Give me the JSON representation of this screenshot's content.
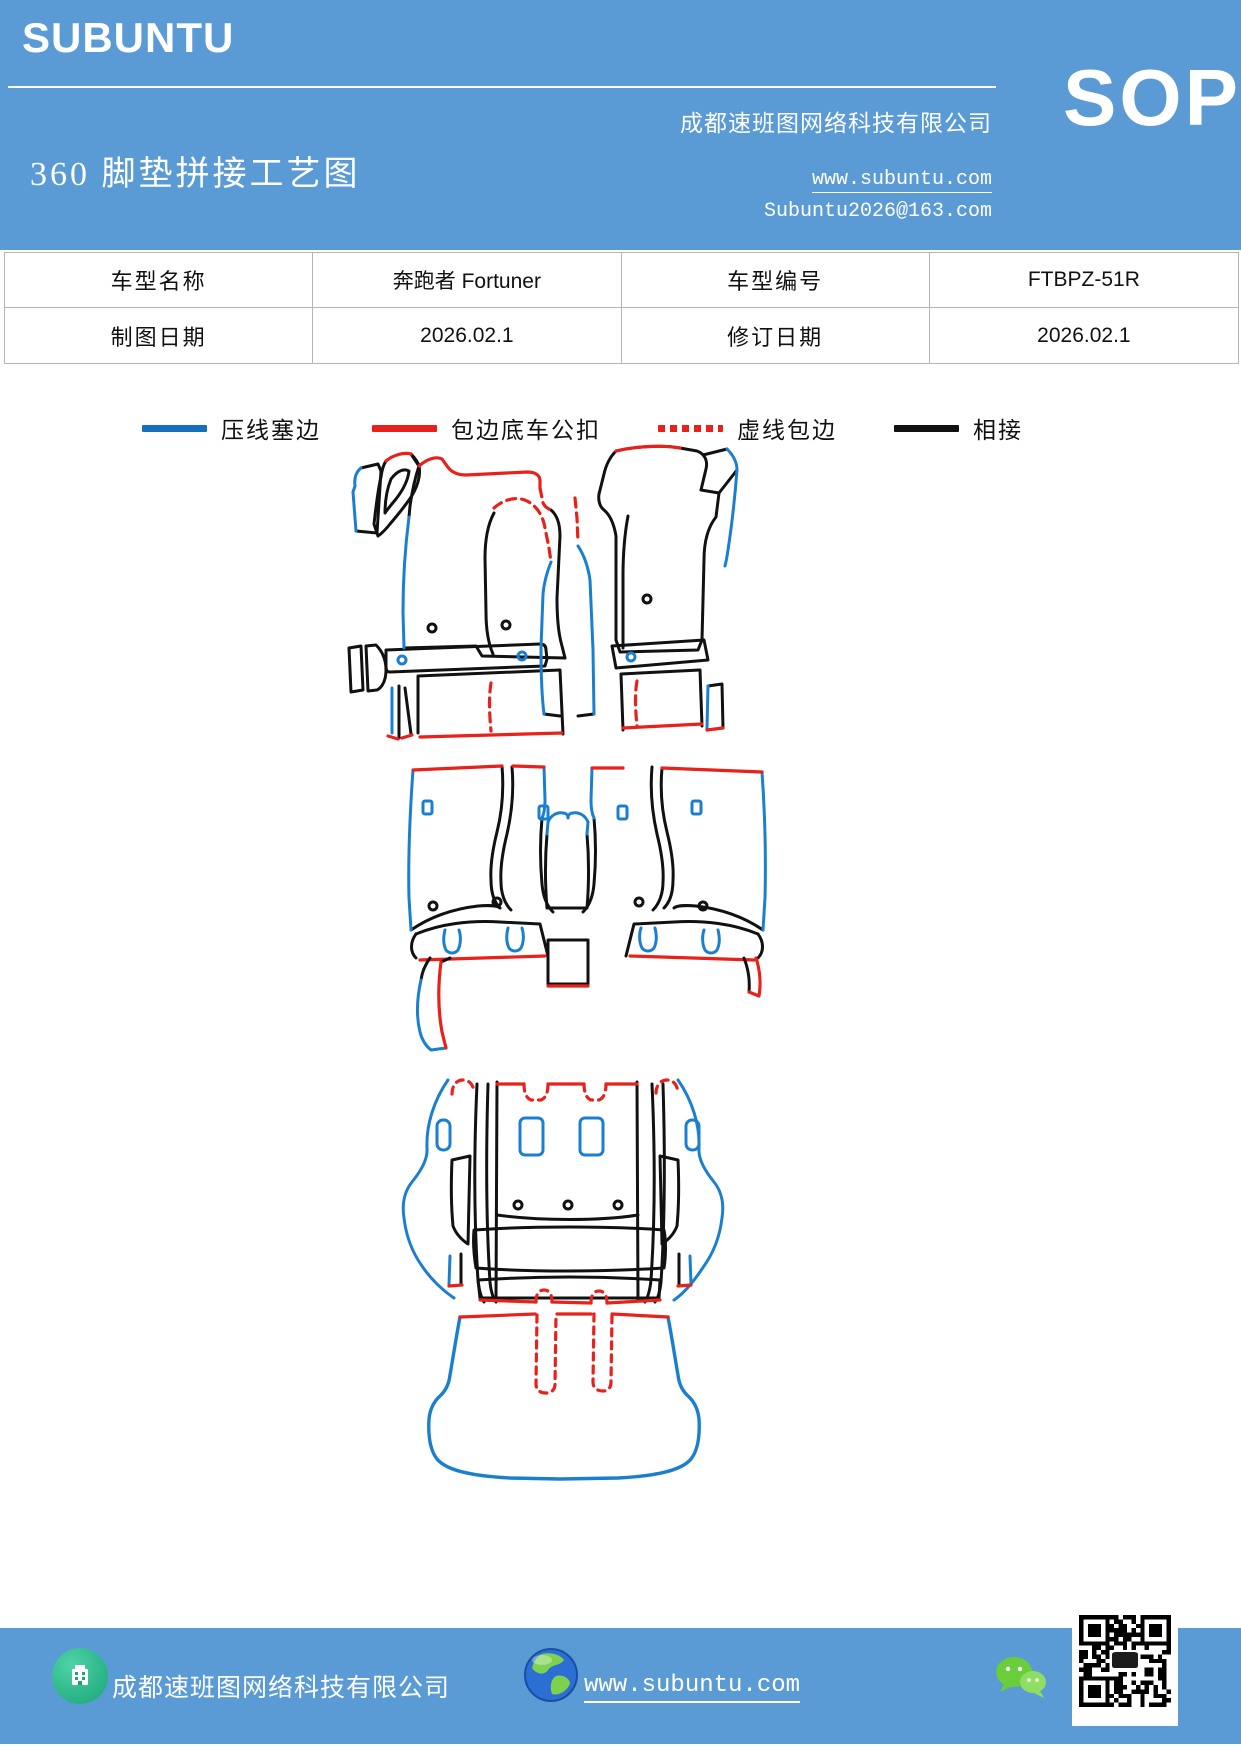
{
  "header": {
    "brand": "SUBUNTU",
    "title": "360 脚垫拼接工艺图",
    "company": "成都速班图网络科技有限公司",
    "website": "www.subuntu.com",
    "email": "Subuntu2026@163.com",
    "sop": "SOP"
  },
  "info_table": {
    "cells": [
      [
        "车型名称",
        "奔跑者 Fortuner",
        "车型编号",
        "FTBPZ-51R"
      ],
      [
        "制图日期",
        "2026.02.1",
        "修订日期",
        "2026.02.1"
      ]
    ]
  },
  "legend": {
    "items": [
      {
        "label": "压线塞边",
        "color": "#1470bd",
        "style": "solid"
      },
      {
        "label": "包边底车公扣",
        "color": "#e8211a",
        "style": "solid"
      },
      {
        "label": "虚线包边",
        "color": "#e8211a",
        "style": "dashed"
      },
      {
        "label": "相接",
        "color": "#111111",
        "style": "solid"
      }
    ]
  },
  "diagram": {
    "subject": "360 脚垫拼接工艺图 (car floor mat stitching layout)",
    "groups": [
      "front row mats",
      "second row mats",
      "third row mat",
      "trunk mat"
    ],
    "line_colors": {
      "blue": "#1b7fd0",
      "red": "#e8211a",
      "black": "#111111"
    }
  },
  "footer": {
    "company": "成都速班图网络科技有限公司",
    "website": "www.subuntu.com"
  }
}
